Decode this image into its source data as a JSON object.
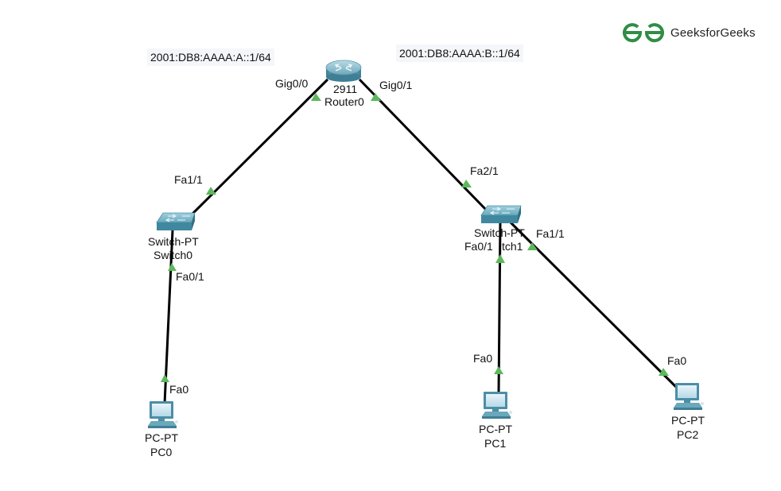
{
  "brand": {
    "name": "GeeksforGeeks",
    "color": "#2f8d46"
  },
  "notes": {
    "left": "2001:DB8:AAAA:A::1/64",
    "right": "2001:DB8:AAAA:B::1/64"
  },
  "devices": {
    "router0": {
      "model": "2911",
      "name": "Router0"
    },
    "switch0": {
      "model": "Switch-PT",
      "name": "Switch0"
    },
    "switch1": {
      "model": "Switch-PT",
      "name": "Switch1",
      "visible_name": "tch1"
    },
    "pc0": {
      "model": "PC-PT",
      "name": "PC0"
    },
    "pc1": {
      "model": "PC-PT",
      "name": "PC1"
    },
    "pc2": {
      "model": "PC-PT",
      "name": "PC2"
    }
  },
  "ports": {
    "router_gig00": "Gig0/0",
    "router_gig01": "Gig0/1",
    "switch0_fa11": "Fa1/1",
    "switch0_fa01": "Fa0/1",
    "switch1_fa21": "Fa2/1",
    "switch1_fa01": "Fa0/1",
    "switch1_fa11": "Fa1/1",
    "pc0_fa0": "Fa0",
    "pc1_fa0": "Fa0",
    "pc2_fa0": "Fa0"
  },
  "link_status_color": "#5cb85c"
}
